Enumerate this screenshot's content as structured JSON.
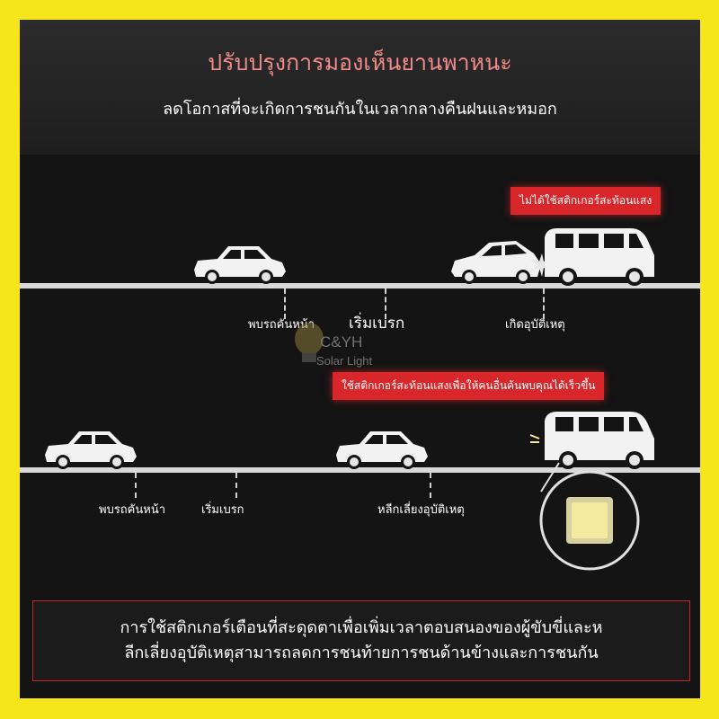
{
  "header": {
    "title": "ปรับปรุงการมองเห็นยานพาหนะ",
    "subtitle": "ลดโอกาสที่จะเกิดการชนกันในเวลากลางคืนฝนและหมอก"
  },
  "scene_top": {
    "banner": "ไม่ได้ใช้สติกเกอร์สะท้อนแสง",
    "labels": [
      "พบรถคันหน้า",
      "เริ่มเบรก",
      "เกิดอุบัติเหตุ"
    ]
  },
  "scene_bottom": {
    "banner": "ใช้สติกเกอร์สะท้อนแสงเพื่อให้คนอื่นค้นพบคุณได้เร็วขึ้น",
    "labels": [
      "พบรถคันหน้า",
      "เริ่มเบรก",
      "หลีกเลี่ยงอุบัติเหตุ"
    ]
  },
  "watermark": {
    "brand": "C&YH",
    "sub": "Solar Light"
  },
  "footer": {
    "line1": "การใช้สติกเกอร์เตือนที่สะดุดตาเพื่อเพิ่มเวลาตอบสนองของผู้ขับขี่และห",
    "line2": "ลีกเลี่ยงอุบัติเหตุสามารถลดการชนท้ายการชนด้านข้างและการชนกัน"
  },
  "colors": {
    "background": "#f7e51c",
    "panel": "#141414",
    "title": "#f08a8a",
    "banner": "#d8262a",
    "road": "#d9d9d9",
    "reflector": "#f3eaa0"
  }
}
